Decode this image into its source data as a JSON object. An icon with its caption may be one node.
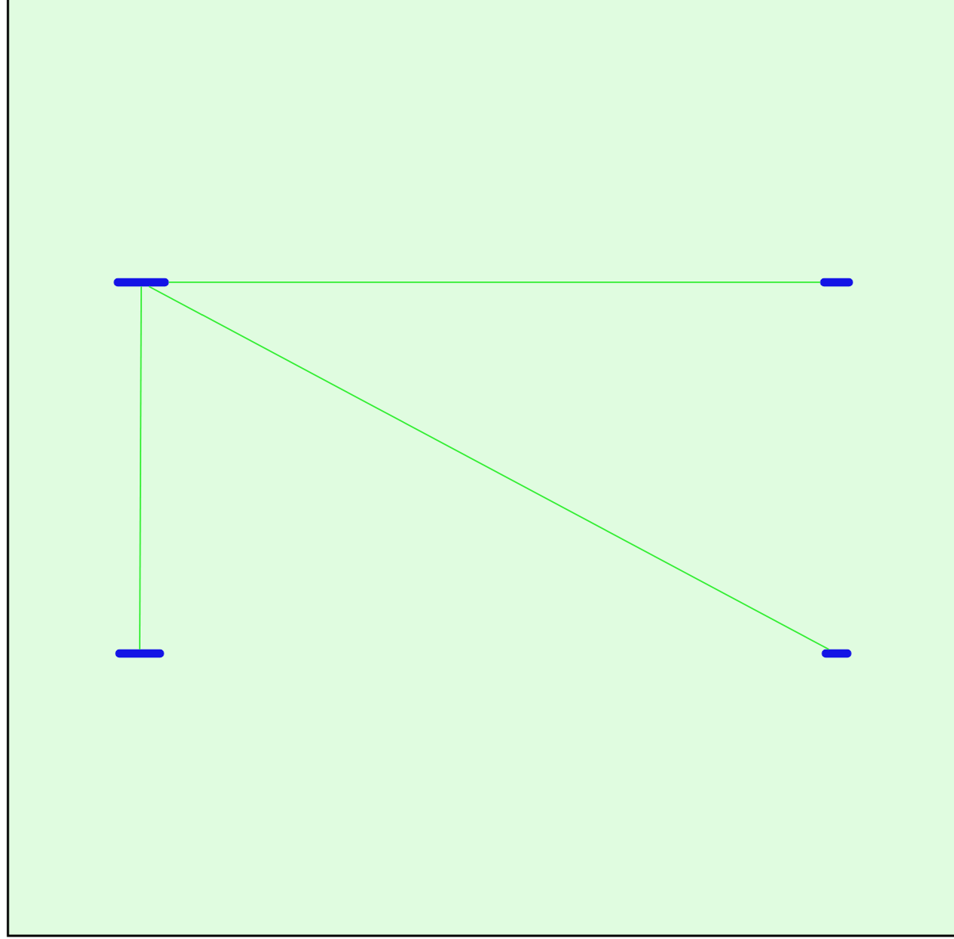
{
  "diagram": {
    "nodes": [
      {
        "text": [],
        "shape": "bar"
      },
      {
        "text": [],
        "shape": "bar"
      },
      {
        "text": [],
        "shape": "bar"
      },
      {
        "text": [],
        "shape": "bar"
      }
    ],
    "edges": [
      {
        "from": 0,
        "to": 1,
        "arrow": "none"
      },
      {
        "from": 0,
        "to": 2,
        "arrow": "none"
      },
      {
        "from": 0,
        "to": 3,
        "arrow": "none"
      }
    ]
  }
}
